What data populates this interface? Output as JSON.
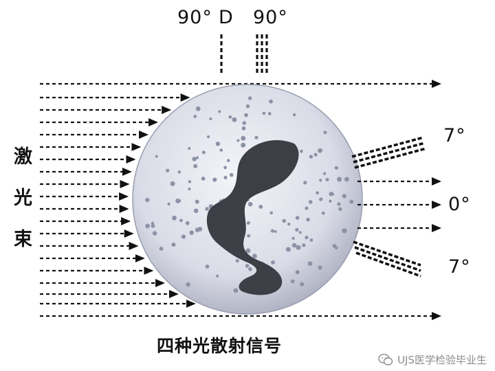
{
  "labels": {
    "top_left_angle": "90°",
    "top_center": "D",
    "top_right_angle": "90°",
    "right_upper": "7°",
    "right_middle": "0°",
    "right_lower": "7°",
    "beam_chars": [
      "激",
      "光",
      "束"
    ],
    "caption": "四种光散射信号"
  },
  "watermark": {
    "text": "UJS医学检验毕业生",
    "icon": "wechat-icon"
  },
  "colors": {
    "ink": "#111111",
    "cell_fill": "#d9dbe6",
    "granule": "#8d93a6",
    "nucleus": "#3c3f46",
    "watermark": "#8c8c8c"
  }
}
